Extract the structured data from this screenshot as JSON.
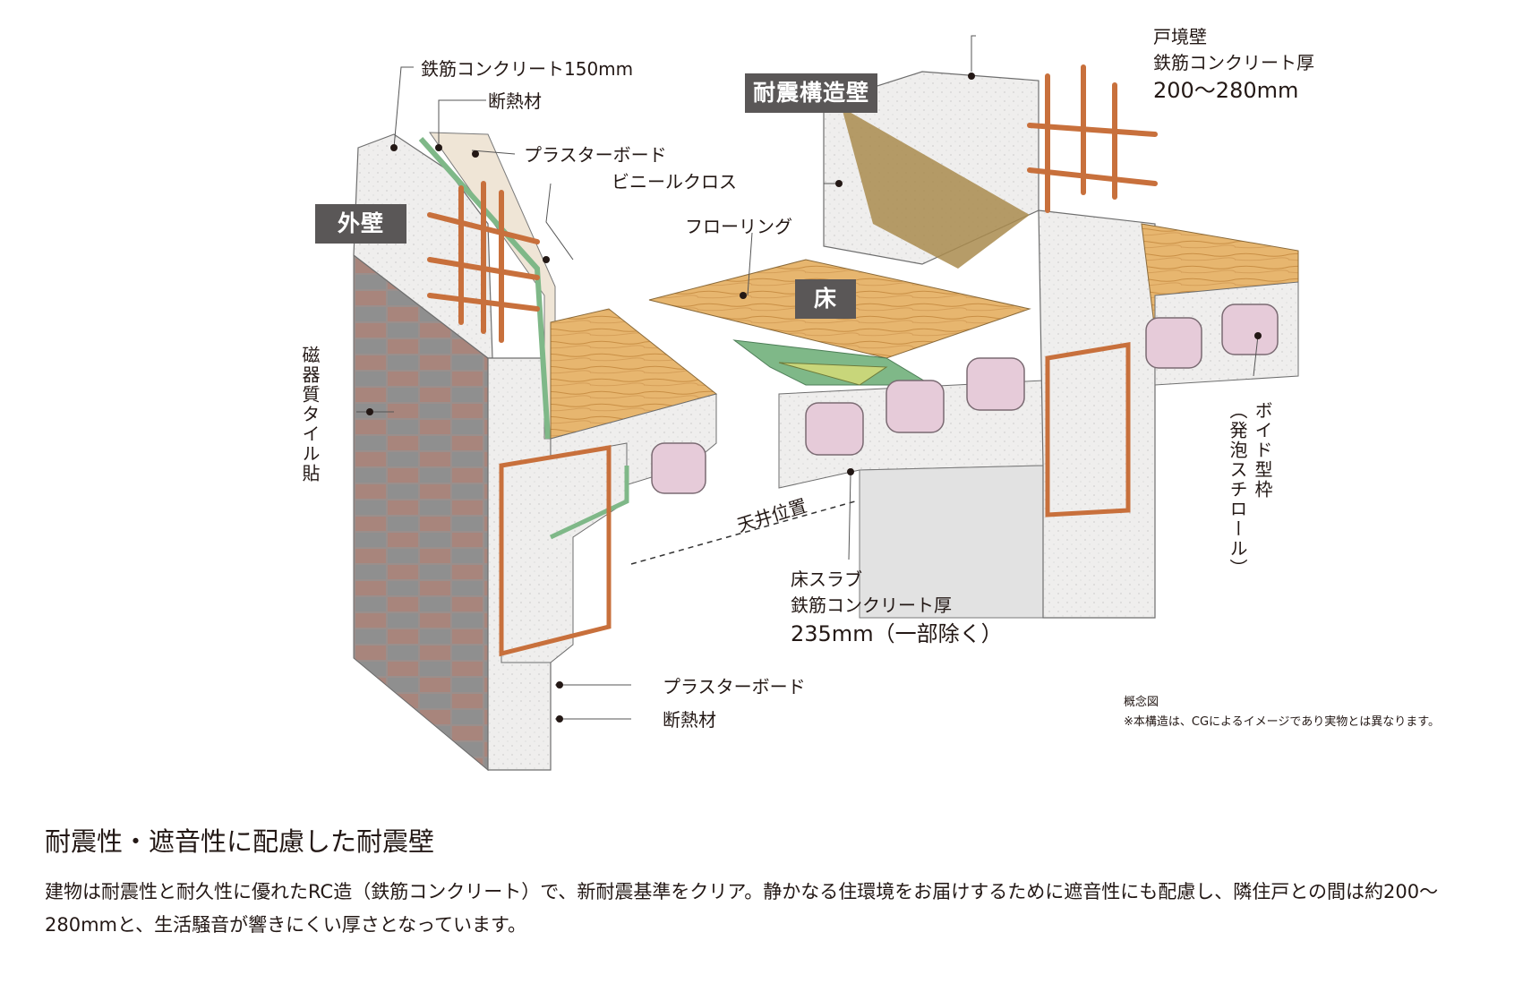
{
  "labels": {
    "wall_concrete": "鉄筋コンクリート150mm",
    "wall_insulation": "断熱材",
    "wall_plasterboard": "プラスターボード",
    "vinyl_cloth": "ビニールクロス",
    "flooring": "フローリング",
    "party_wall_title": "戸境壁",
    "party_wall_sub": "鉄筋コンクリート厚",
    "party_wall_size": "200〜280mm",
    "tile": "磁器質タイル貼",
    "ceiling": "天井位置",
    "slab_title": "床スラブ",
    "slab_sub": "鉄筋コンクリート厚",
    "slab_size": "235mm（一部除く）",
    "void_1": "ボイド型枠",
    "void_2": "（発泡スチロール）",
    "lower_plasterboard": "プラスターボード",
    "lower_insulation": "断熱材",
    "concept": "概念図",
    "note": "※本構造は、CGによるイメージであり実物とは異なります。"
  },
  "tags": {
    "exterior_wall": "外壁",
    "seismic_wall": "耐震構造壁",
    "floor": "床"
  },
  "caption": {
    "title": "耐震性・遮音性に配慮した耐震壁",
    "body": "建物は耐震性と耐久性に優れたRC造（鉄筋コンクリート）で、新耐震基準をクリア。静かなる住環境をお届けするために遮音性にも配慮し、隣住戸との間は約200〜280mmと、生活騒音が響きにくい厚さとなっています。"
  },
  "colors": {
    "concrete": "#ecebea",
    "concrete_edge": "#6e6e6e",
    "rebar": "#c8703c",
    "wood": "#e7b66f",
    "tile_gray": "#8d8d8d",
    "tile_brown": "#a7827a",
    "insulation": "#7fb888",
    "plasterboard": "#efe5d6",
    "void": "#e6cbd9",
    "tag_bg": "#5a5757",
    "vinyl_gold": "#a98b4d"
  }
}
